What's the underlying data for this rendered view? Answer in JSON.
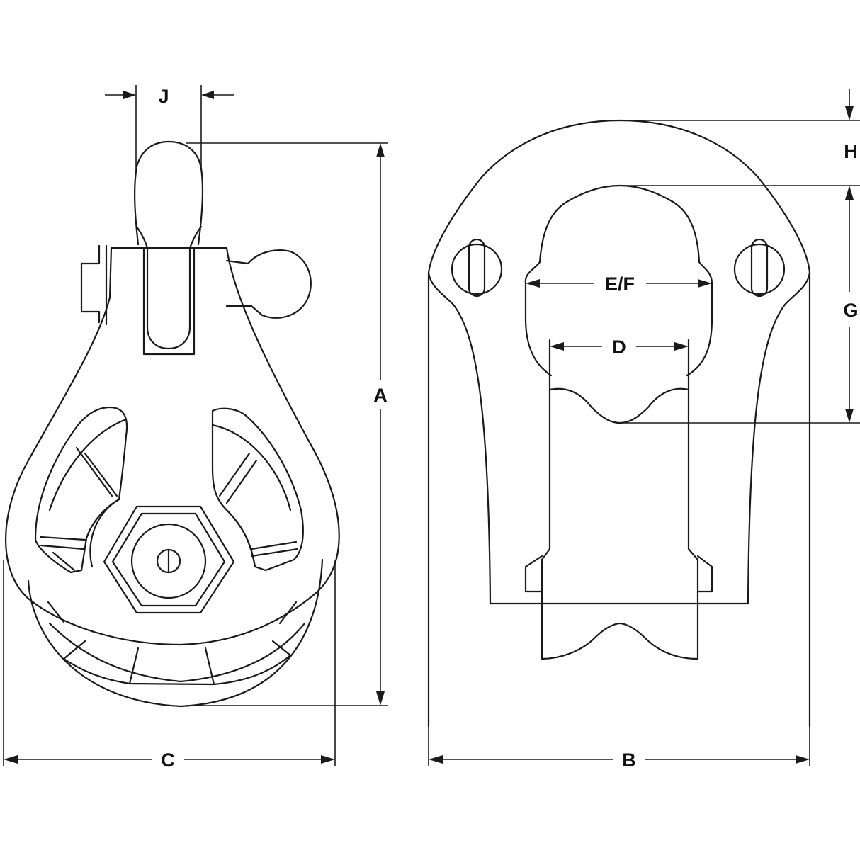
{
  "diagram": {
    "labels": {
      "a": "A",
      "b": "B",
      "c": "C",
      "d": "D",
      "ef": "E/F",
      "g": "G",
      "h": "H",
      "j": "J"
    },
    "line_color": "#1a1a1a",
    "background": "#ffffff"
  }
}
